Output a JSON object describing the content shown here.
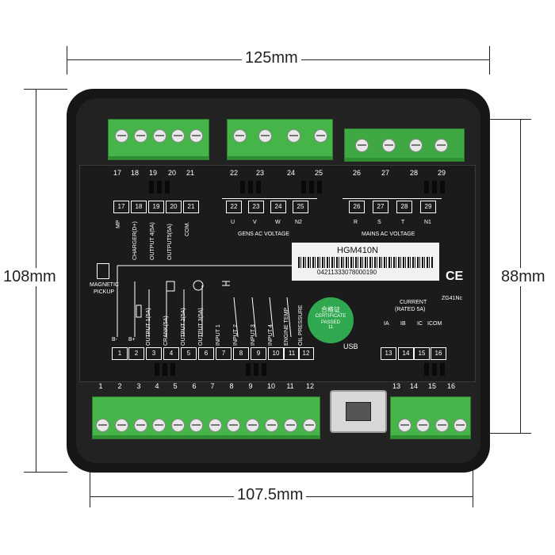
{
  "dimensions": {
    "top": "125mm",
    "left": "108mm",
    "right": "88mm",
    "bottom": "107.5mm"
  },
  "model": {
    "name": "HGM410N",
    "serial": "04211333078000190",
    "ce": "CE",
    "code": "ZG41Nc"
  },
  "cert": {
    "line1": "合格证",
    "line2": "CERTIFICATE",
    "line3": "PASSED",
    "line4": "11"
  },
  "top_terminals": [
    "17",
    "18",
    "19",
    "20",
    "21",
    "22",
    "23",
    "24",
    "25",
    "26",
    "27",
    "28",
    "29"
  ],
  "bottom_terminals": [
    "1",
    "2",
    "3",
    "4",
    "5",
    "6",
    "7",
    "8",
    "9",
    "10",
    "11",
    "12",
    "13",
    "14",
    "15",
    "16"
  ],
  "labels": {
    "mp": "MP",
    "charger": "CHARGER(D+)",
    "out4": "OUTPUT 4(5A)",
    "out5": "OUTPUT5(5A)",
    "com": "COM.",
    "gens": "GENS AC VOLTAGE",
    "mains": "MAINS AC VOLTAGE",
    "magnetic": "MAGNETIC",
    "pickup": "PICKUP",
    "current": "CURRENT",
    "rated": "(RATED 5A)",
    "usb": "USB",
    "bm": "B-",
    "bp": "B+",
    "out1": "OUTPUT 1(5A)",
    "crank": "CRANK(5A)",
    "out2": "OUTPUT 2(5A)",
    "out3": "OUTPUT 3(5A)",
    "in1": "INPUT 1",
    "in2": "INPUT 2",
    "in3": "INPUT 3",
    "in4": "INPUT 4",
    "eng": "ENGINE TEMP",
    "oil": "OIL PRESSURE"
  },
  "gens_phases": [
    "U",
    "V",
    "W",
    "N2"
  ],
  "mains_phases": [
    "R",
    "S",
    "T",
    "N1"
  ],
  "current_phases": [
    "IA",
    "IB",
    "IC",
    "ICOM"
  ],
  "colors": {
    "terminal_green": "#45b54a",
    "housing": "#161616"
  }
}
